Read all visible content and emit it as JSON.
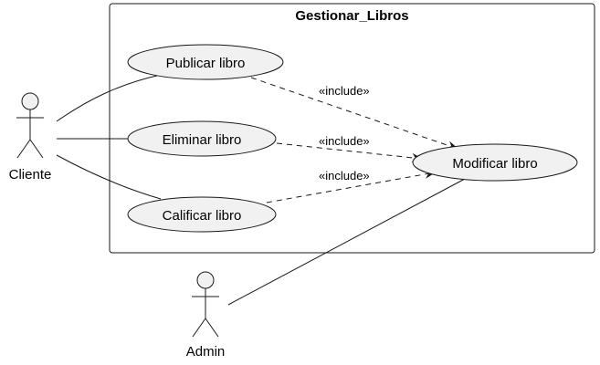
{
  "system": {
    "title": "Gestionar_Libros"
  },
  "actors": {
    "cliente": {
      "label": "Cliente"
    },
    "admin": {
      "label": "Admin"
    }
  },
  "use_cases": {
    "publicar": {
      "label": "Publicar libro"
    },
    "eliminar": {
      "label": "Eliminar libro"
    },
    "calificar": {
      "label": "Calificar libro"
    },
    "modificar": {
      "label": "Modificar libro"
    }
  },
  "relations": {
    "include_publicar": {
      "label": "«include»"
    },
    "include_eliminar": {
      "label": "«include»"
    },
    "include_calificar": {
      "label": "«include»"
    }
  },
  "colors": {
    "ellipse_fill": "#f1f1f1",
    "stroke": "#181818",
    "background": "#ffffff"
  }
}
